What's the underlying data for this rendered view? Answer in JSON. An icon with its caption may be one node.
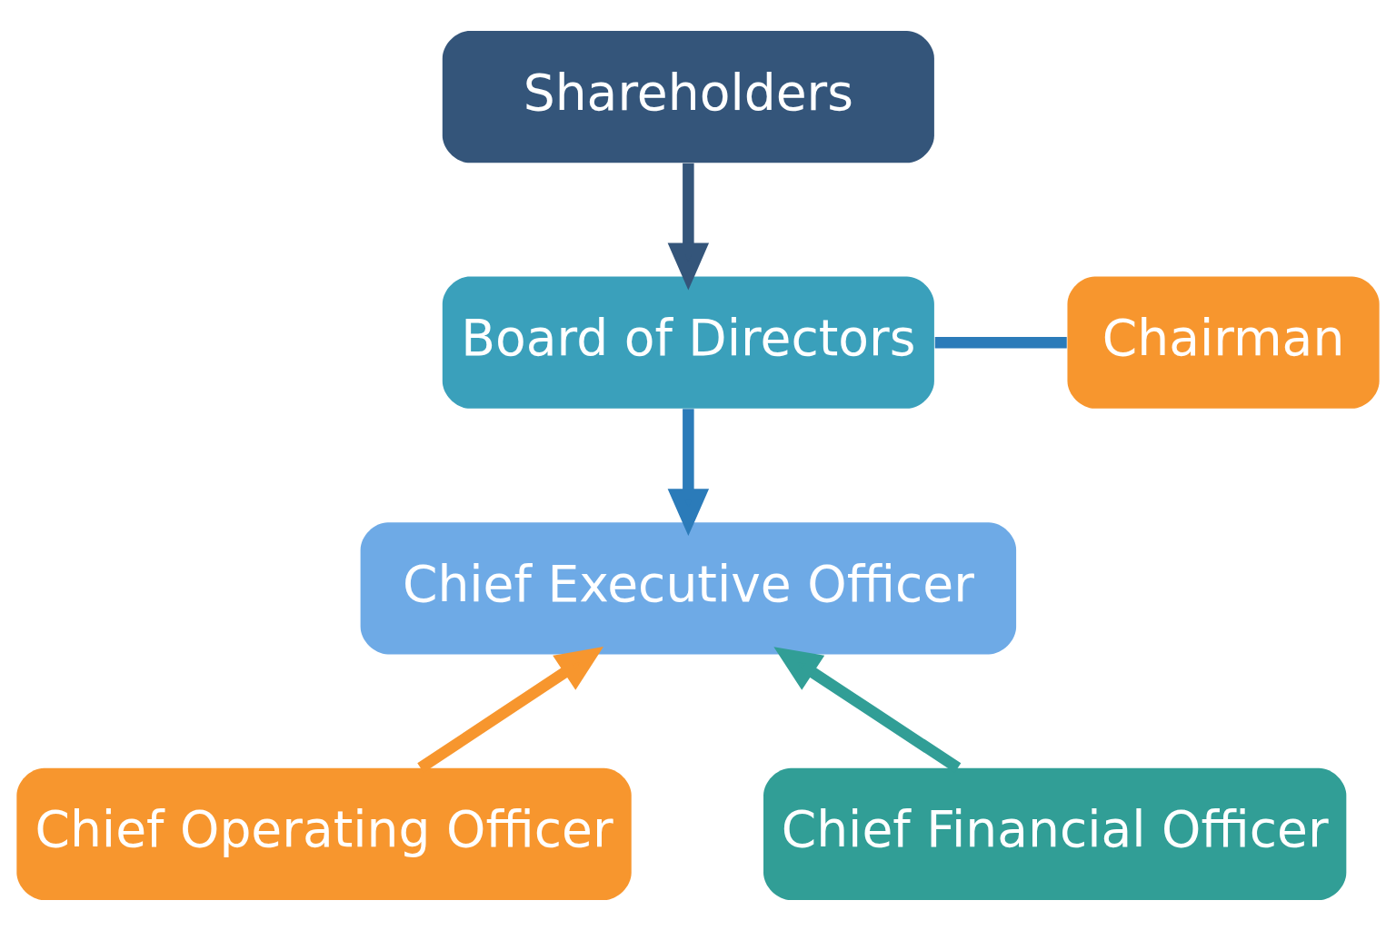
{
  "diagram": {
    "nodes": [
      {
        "text": [
          "Shareholders"
        ]
      },
      {
        "text": [
          "Board of Directors"
        ]
      },
      {
        "text": [
          "Chairman"
        ]
      },
      {
        "text": [
          "Chief Executive Officer"
        ]
      },
      {
        "text": [
          "Chief Operating Officer"
        ]
      },
      {
        "text": [
          "Chief Financial Officer"
        ]
      }
    ],
    "edges": [
      {
        "from": 0,
        "to": 1,
        "arrow": "to",
        "color": "#34557a"
      },
      {
        "from": 1,
        "to": 2,
        "arrow": "none",
        "color": "#2b7bb9"
      },
      {
        "from": 1,
        "to": 3,
        "arrow": "to",
        "color": "#2b7bb9"
      },
      {
        "from": 4,
        "to": 3,
        "arrow": "to",
        "color": "#f7962e"
      },
      {
        "from": 5,
        "to": 3,
        "arrow": "to",
        "color": "#319e96"
      }
    ]
  }
}
